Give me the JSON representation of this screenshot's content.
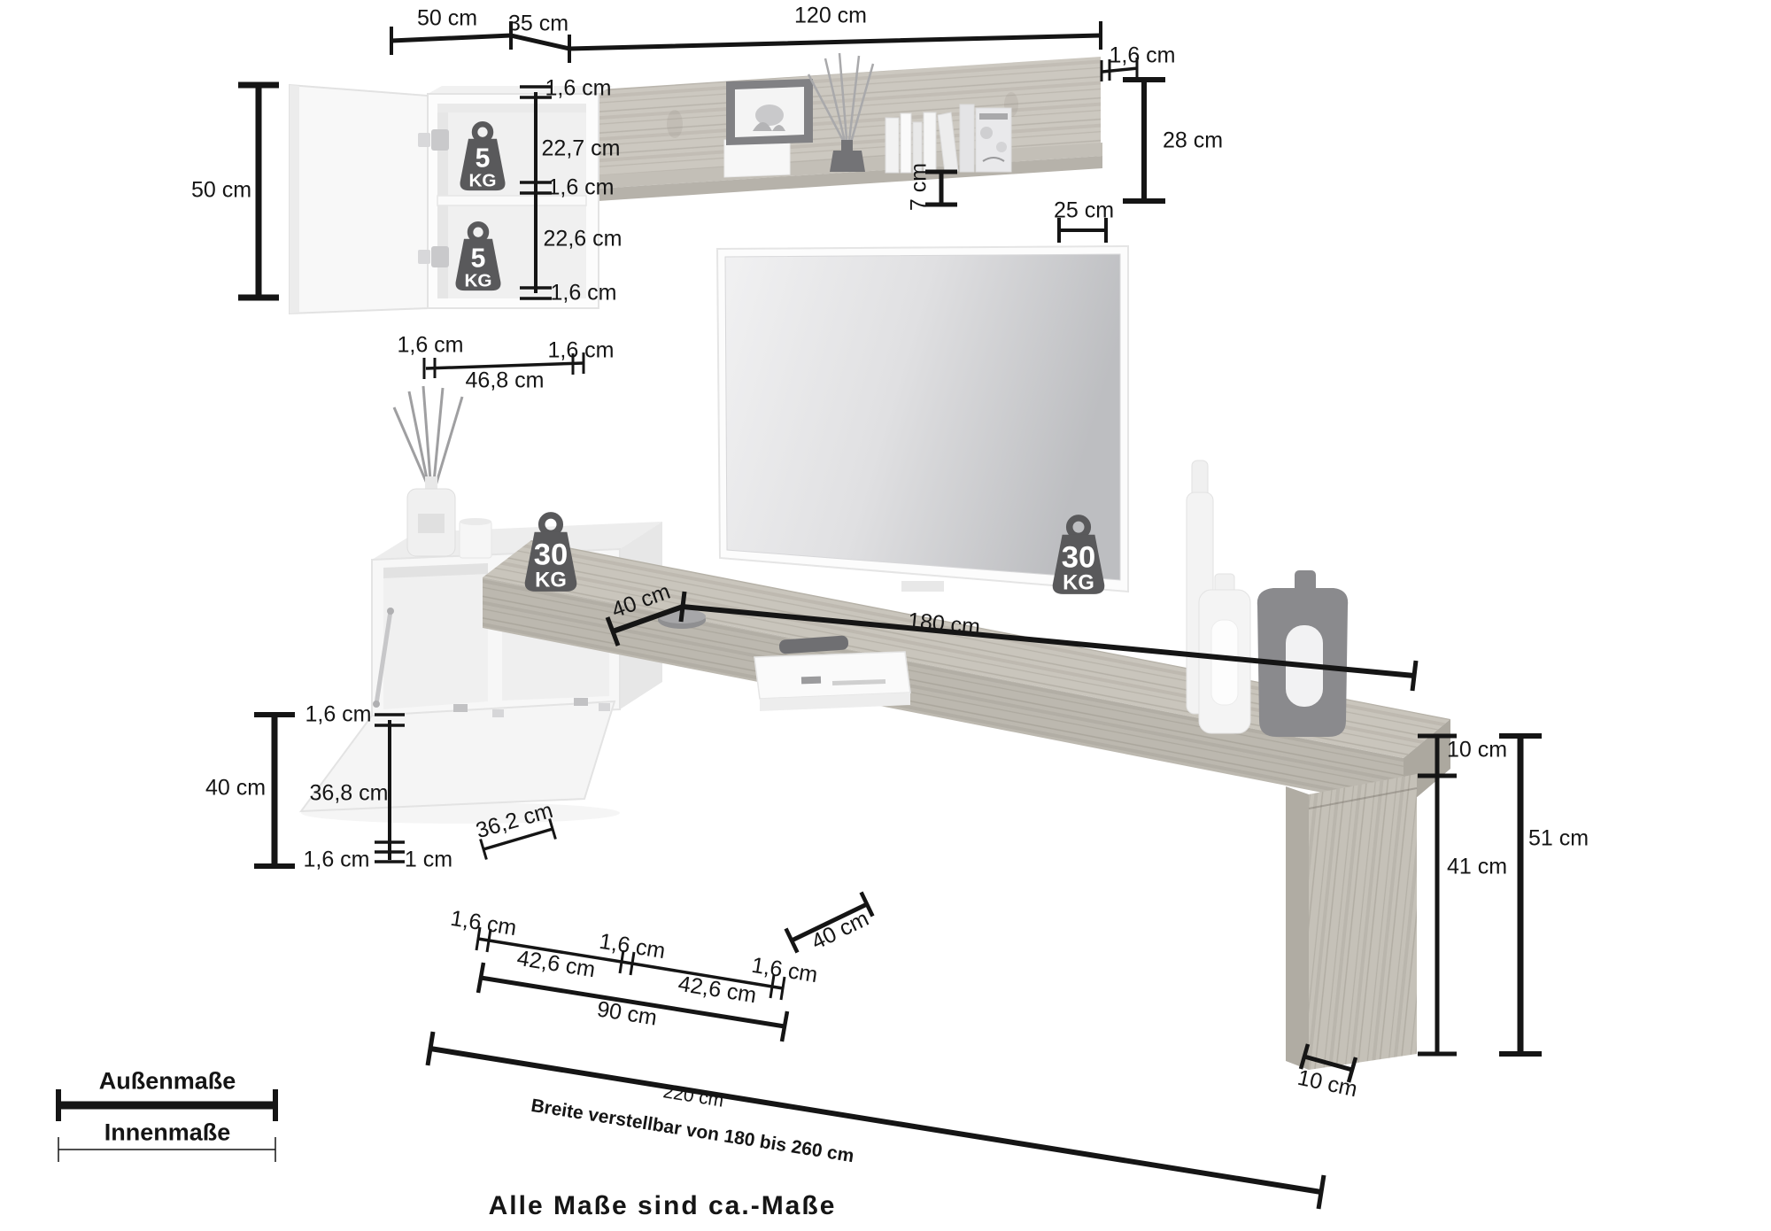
{
  "page": {
    "footer_note": "Alle Maße sind ca.-Maße"
  },
  "legend": {
    "outer_label": "Außenmaße",
    "inner_label": "Innenmaße"
  },
  "colors": {
    "dimension_ink": "#151515",
    "wood_tone": "#c8c4bb",
    "badge_grey": "#59595b"
  },
  "weight_badges": [
    {
      "id": "wall-cabinet-upper",
      "value": "5",
      "unit": "KG"
    },
    {
      "id": "wall-cabinet-lower",
      "value": "5",
      "unit": "KG"
    },
    {
      "id": "lowboard-left",
      "value": "30",
      "unit": "KG"
    },
    {
      "id": "lowboard-right",
      "value": "30",
      "unit": "KG"
    }
  ],
  "dimensions": {
    "top_depth": "50 cm",
    "top_gap": "35 cm",
    "top_width": "120 cm",
    "shelf_panel_thickness": "1,6 cm",
    "shelf_panel_height": "28 cm",
    "shelf_depth": "25 cm",
    "shelf_board_thickness": "7 cm",
    "cabinet_height": "50 cm",
    "cabinet_top_thickness": "1,6 cm",
    "cabinet_upper_inner": "22,7 cm",
    "cabinet_mid_thickness": "1,6 cm",
    "cabinet_lower_inner": "22,6 cm",
    "cabinet_bottom_thickness": "1,6 cm",
    "cabinet_side_left": "1,6 cm",
    "cabinet_side_right": "1,6 cm",
    "cabinet_inner_width": "46,8 cm",
    "board_depth": "40 cm",
    "board_length": "180 cm",
    "cube_height": "40 cm",
    "cube_top_thickness": "1,6 cm",
    "cube_inner_height": "36,8 cm",
    "cube_bottom_thickness": "1,6 cm",
    "cube_base_gap": "1 cm",
    "flap_inner_width": "36,2 cm",
    "flap_edge_left": "1,6 cm",
    "flap_left_width": "42,6 cm",
    "flap_mid": "1,6 cm",
    "flap_right_width": "42,6 cm",
    "flap_edge_right": "1,6 cm",
    "flap_total": "90 cm",
    "cube_depth": "40 cm",
    "total_width": "220 cm",
    "width_note": "Breite verstellbar von 180 bis 260 cm",
    "leg_top": "10 cm",
    "leg_height": "41 cm",
    "side_height": "51 cm",
    "leg_depth": "10 cm"
  }
}
